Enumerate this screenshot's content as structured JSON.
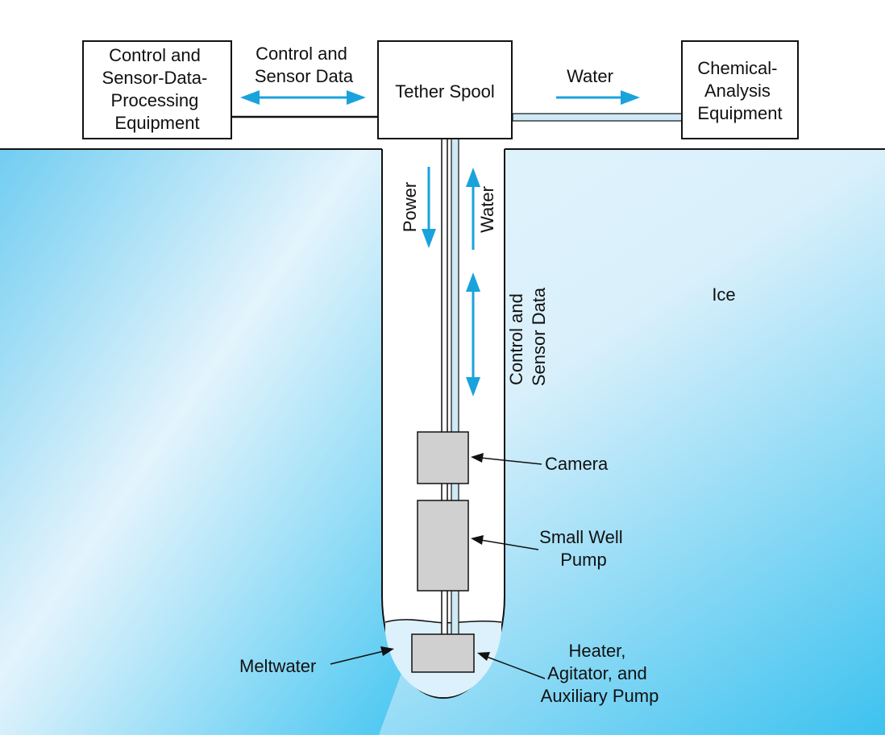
{
  "boxes": {
    "control_processing": [
      "Control and",
      "Sensor-Data-",
      "Processing",
      "Equipment"
    ],
    "tether_spool": "Tether Spool",
    "chemical_analysis": [
      "Chemical-",
      "Analysis",
      "Equipment"
    ]
  },
  "labels": {
    "control_sensor_top": [
      "Control and",
      "Sensor Data"
    ],
    "water_top": "Water",
    "power": "Power",
    "water_vertical": "Water",
    "control_sensor_vertical": [
      "Control and",
      "Sensor Data"
    ],
    "ice": "Ice",
    "camera": "Camera",
    "small_well_pump": [
      "Small Well",
      "Pump"
    ],
    "meltwater": "Meltwater",
    "heater": [
      "Heater,",
      "Agitator, and",
      "Auxiliary Pump"
    ]
  },
  "colors": {
    "arrow": "#1aa2dc",
    "ice_light": "#e4f4fc",
    "ice_dark": "#3ec3ef",
    "component_fill": "#d0d0d0",
    "meltwater_fill": "#dcf1fb"
  }
}
